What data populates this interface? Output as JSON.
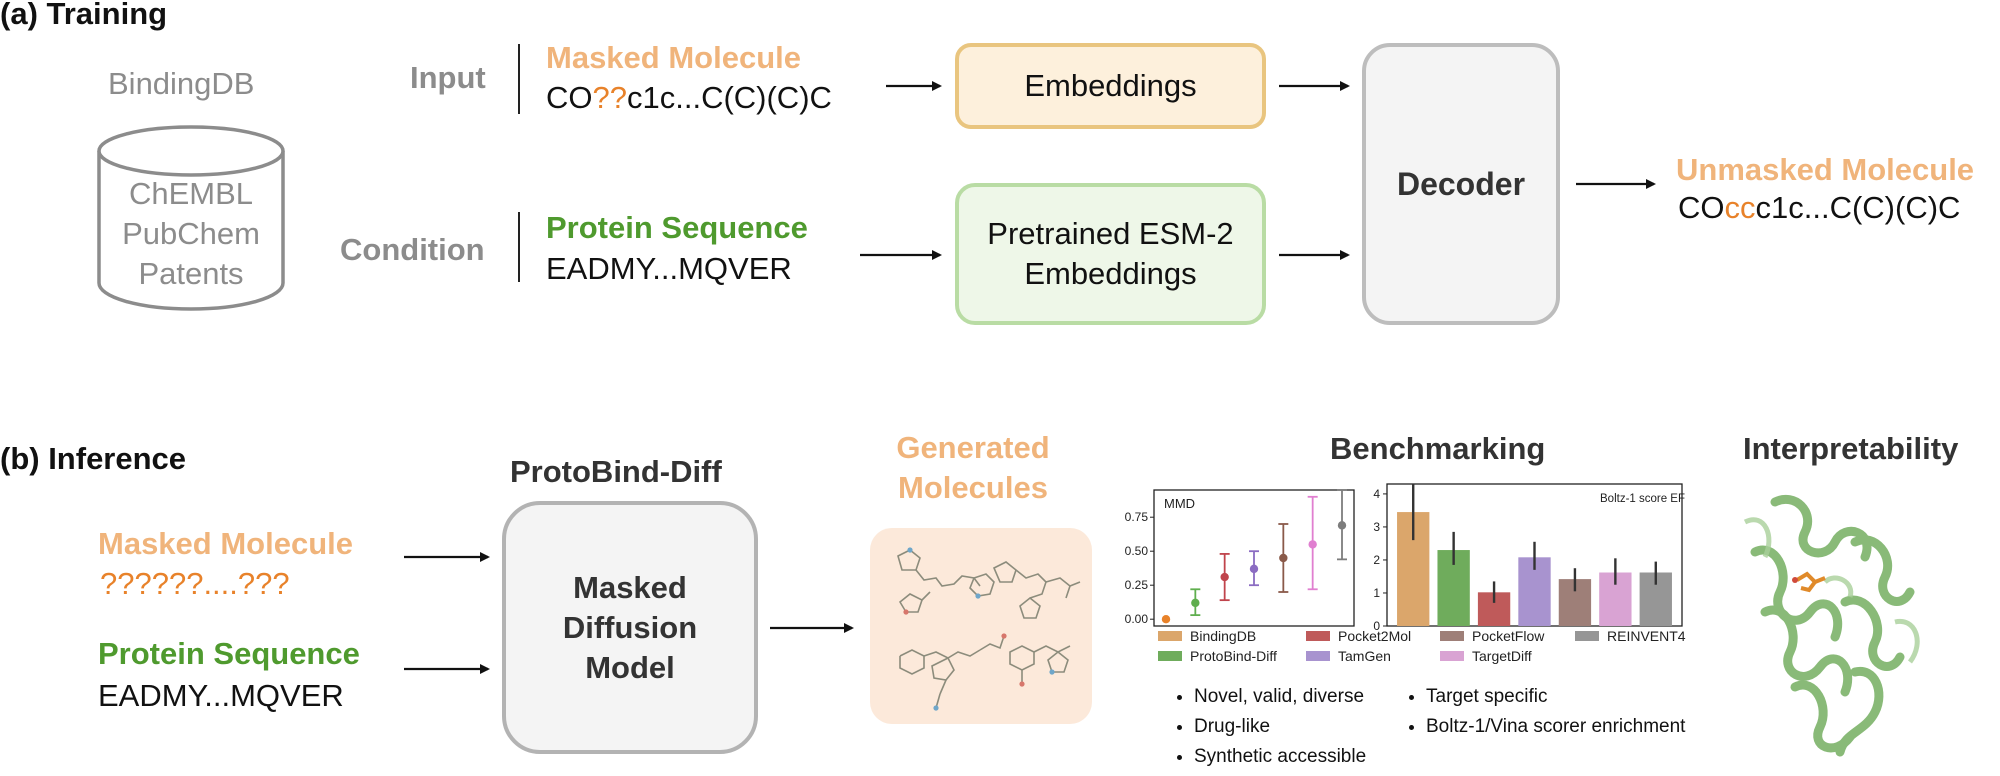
{
  "training": {
    "title": "(a) Training",
    "db_title": "BindingDB",
    "db_sources": [
      "ChEMBL",
      "PubChem",
      "Patents"
    ],
    "input_label": "Input",
    "condition_label": "Condition",
    "masked_title": "Masked Molecule",
    "masked_smiles_pre": "CO",
    "masked_smiles_mask": "??",
    "masked_smiles_post": "c1c...C(C)(C)C",
    "protein_title": "Protein Sequence",
    "protein_seq": "EADMY...MQVER",
    "embeddings": "Embeddings",
    "esm_line1": "Pretrained ESM-2",
    "esm_line2": "Embeddings",
    "decoder": "Decoder",
    "unmasked_title": "Unmasked Molecule",
    "unmasked_pre": "CO",
    "unmasked_fill": "cc",
    "unmasked_post": "c1c...C(C)(C)C"
  },
  "inference": {
    "title": "(b) Inference",
    "model_title": "ProtoBind-Diff",
    "masked_title": "Masked Molecule",
    "masked_seq": "??????....???",
    "protein_title": "Protein Sequence",
    "protein_seq": "EADMY...MQVER",
    "mdm_line1": "Masked",
    "mdm_line2": "Diffusion",
    "mdm_line3": "Model",
    "generated_line1": "Generated",
    "generated_line2": "Molecules",
    "benchmarking_title": "Benchmarking",
    "interpretability_title": "Interpretability",
    "bullets_left": [
      "Novel, valid, diverse",
      "Drug-like",
      "Synthetic accessible"
    ],
    "bullets_right": [
      "Target specific",
      "Boltz-1/Vina scorer enrichment"
    ]
  },
  "colors": {
    "orange": "#f0b47b",
    "deep_orange": "#e8822a",
    "green": "#4f9a2e",
    "grey": "#8c8c8c"
  },
  "chart_data": [
    {
      "type": "scatter",
      "title": "MMD",
      "categories": [
        "BindingDB",
        "ProtoBind-Diff",
        "Pocket2Mol",
        "TamGen",
        "PocketFlow",
        "TargetDiff",
        "REINVENT4"
      ],
      "values": [
        0.0,
        0.12,
        0.31,
        0.37,
        0.45,
        0.55,
        0.69
      ],
      "err_low": [
        0.0,
        0.03,
        0.14,
        0.25,
        0.2,
        0.22,
        0.44
      ],
      "err_high": [
        0.0,
        0.22,
        0.48,
        0.5,
        0.7,
        0.9,
        0.95
      ],
      "ylim": [
        -0.05,
        0.95
      ],
      "yticks": [
        "0.00",
        "0.25",
        "0.50",
        "0.75"
      ],
      "colors": [
        "#e8822a",
        "#5fae4e",
        "#c0444c",
        "#8b6cc2",
        "#8a5a4a",
        "#e07fd0",
        "#7d7d7d"
      ]
    },
    {
      "type": "bar",
      "title": "Boltz-1 score EF",
      "categories": [
        "BindingDB",
        "ProtoBind-Diff",
        "Pocket2Mol",
        "TamGen",
        "PocketFlow",
        "TargetDiff",
        "REINVENT4"
      ],
      "values": [
        3.45,
        2.3,
        1.02,
        2.08,
        1.42,
        1.62,
        1.62
      ],
      "err_low": [
        2.6,
        1.85,
        0.7,
        1.7,
        1.05,
        1.25,
        1.25
      ],
      "err_high": [
        4.3,
        2.85,
        1.35,
        2.55,
        1.75,
        2.05,
        1.95
      ],
      "ylim": [
        0,
        4.3
      ],
      "yticks": [
        "0",
        "1",
        "2",
        "3",
        "4"
      ],
      "colors": [
        "#dba66b",
        "#6fac5c",
        "#bf5a5a",
        "#a893cf",
        "#9e7f78",
        "#d9a3d3",
        "#969696"
      ]
    }
  ]
}
